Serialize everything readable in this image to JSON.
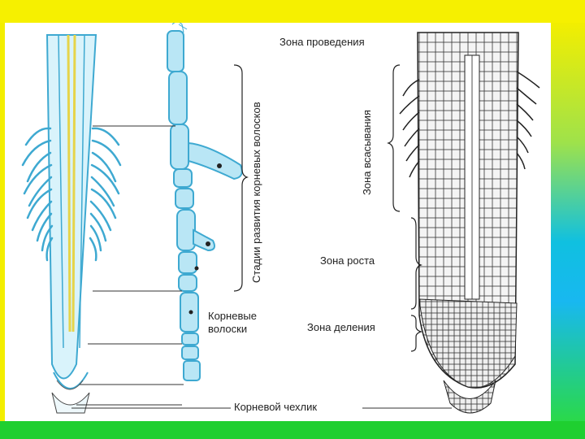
{
  "labels": {
    "conduction_zone": "Зона проведения",
    "absorption_zone": "Зона всасывания",
    "growth_zone": "Зона роста",
    "division_zone": "Зона деления",
    "root_hairs": "Корневые",
    "root_hairs_2": "волоски",
    "root_cap": "Корневой чехлик",
    "hair_stages": "Стадии развития корневых волосков"
  },
  "colors": {
    "top_band": "#f6f000",
    "bottom_band": "#1fcf30",
    "root_fill": "#d9f3fb",
    "root_line": "#3ea9d1",
    "cell_line": "#2a2a2a"
  }
}
